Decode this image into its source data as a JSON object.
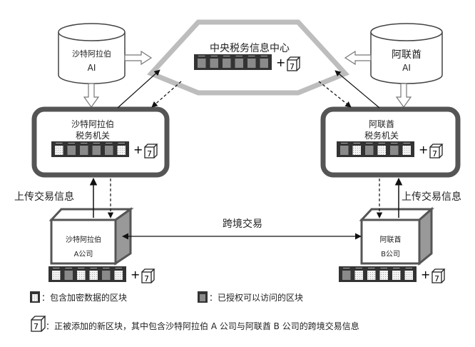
{
  "central": {
    "label": "中央税务信息中心",
    "blocks": [
      "g",
      "g",
      "g",
      "g",
      "g",
      "g"
    ]
  },
  "saudi_ai": {
    "line1": "沙特阿拉伯",
    "line2": "AI"
  },
  "uae_ai": {
    "line1": "阿联酋",
    "line2": "AI"
  },
  "saudi_tax": {
    "line1": "沙特阿拉伯",
    "line2": "税务机关",
    "blocks": [
      "d",
      "g",
      "g",
      "g",
      "g",
      "d"
    ]
  },
  "uae_tax": {
    "line1": "阿联酋",
    "line2": "税务机关",
    "blocks": [
      "g",
      "d",
      "g",
      "d",
      "g",
      "d"
    ]
  },
  "saudi_company": {
    "line1": "沙特阿拉伯",
    "line2": "A公司",
    "blocks": [
      "d",
      "g",
      "d",
      "d",
      "g",
      "d"
    ]
  },
  "uae_company": {
    "line1": "阿联酋",
    "line2": "B公司",
    "blocks": [
      "g",
      "d",
      "d",
      "d",
      "d",
      "d"
    ]
  },
  "upload_label_left": "上传交易信息",
  "upload_label_right": "上传交易信息",
  "cross_border_label": "跨境交易",
  "new_block_glyph": "7",
  "plus": "+",
  "legend": {
    "encrypted": "：包含加密数据的区块",
    "authorized": "：已授权可以访问的区块",
    "new_block": "：正被添加的新区块，其中包含沙特阿拉伯 A 公司与阿联酋 B 公司的跨境交易信息"
  },
  "colors": {
    "authorized_block": "#8a8a8a",
    "encrypted_block": "#e6e6e6",
    "frame": "#555555",
    "hexagon": "#bdbdbd"
  }
}
